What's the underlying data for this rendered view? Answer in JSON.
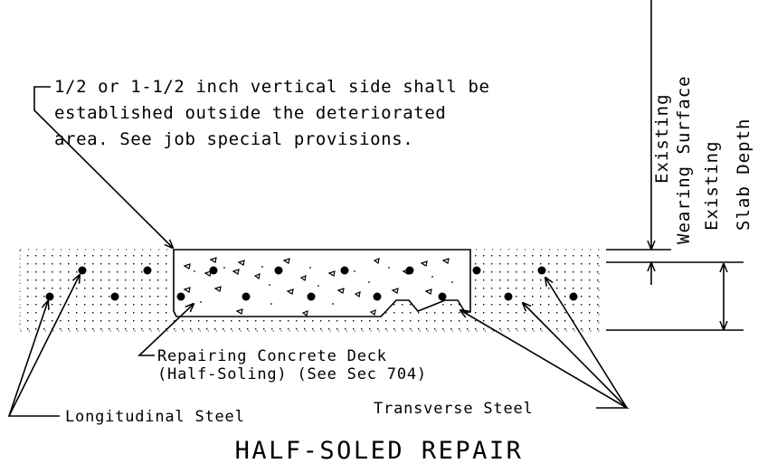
{
  "title": "HALF-SOLED REPAIR",
  "note": {
    "line1": "1/2 or 1-1/2 inch vertical side shall be",
    "line2": "established outside the deteriorated",
    "line3": "area.  See job special provisions."
  },
  "repair_label": {
    "line1": "Repairing Concrete Deck",
    "line2": "(Half-Soling) (See Sec 704)"
  },
  "longitudinal_label": "Longitudinal Steel",
  "transverse_label": "Transverse Steel",
  "dimensions": {
    "wearing_surface": {
      "line1": "Existing",
      "line2": "Wearing Surface"
    },
    "slab_depth": {
      "line1": "Existing",
      "line2": "Slab Depth"
    }
  }
}
